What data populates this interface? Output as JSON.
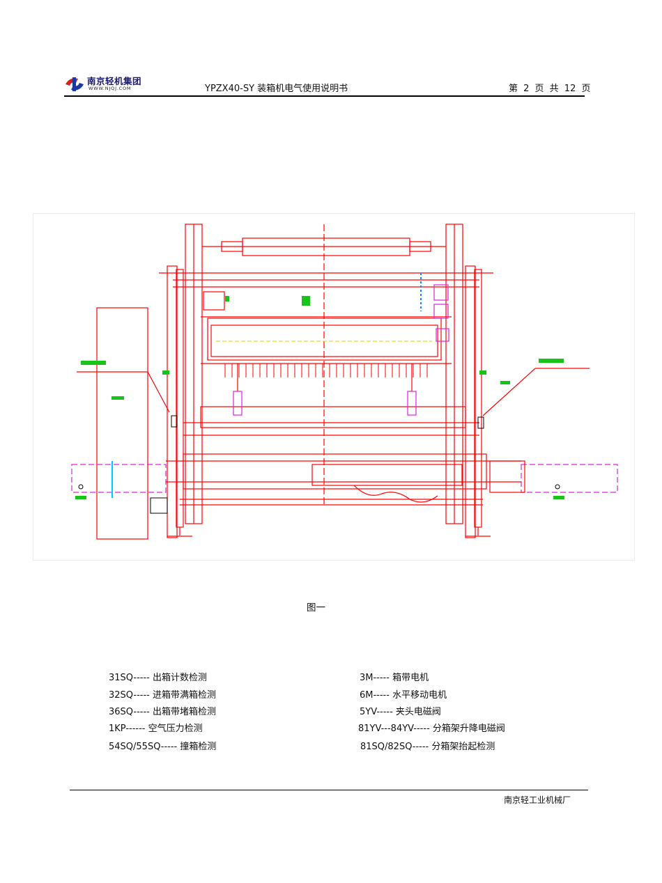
{
  "header": {
    "logo_cn": "南京轻机集团",
    "logo_url": "WWW.NJQJ.COM",
    "doc_title": "YPZX40-SY   装箱机电气使用说明书",
    "page_info": "第 2 页 共 12 页"
  },
  "figure": {
    "caption": "图一",
    "drawing_colors": {
      "frame": "#ff0000",
      "labels": "#19c419",
      "highlight": "#e020e0",
      "aux": "#00c8ff"
    }
  },
  "legend": {
    "left": [
      "31SQ----- 出箱计数检测",
      "32SQ----- 进箱带满箱检测",
      "36SQ----- 出箱带堵箱检测",
      "1KP------ 空气压力检测",
      "54SQ/55SQ----- 撞箱检测"
    ],
    "right": [
      "3M----- 箱带电机",
      "6M----- 水平移动电机",
      "5YV----- 夹头电磁阀",
      "81YV---84YV-----  分箱架升降电磁阀",
      "81SQ/82SQ----- 分箱架抬起检测"
    ]
  },
  "footer": {
    "text": "南京轻工业机械厂"
  }
}
